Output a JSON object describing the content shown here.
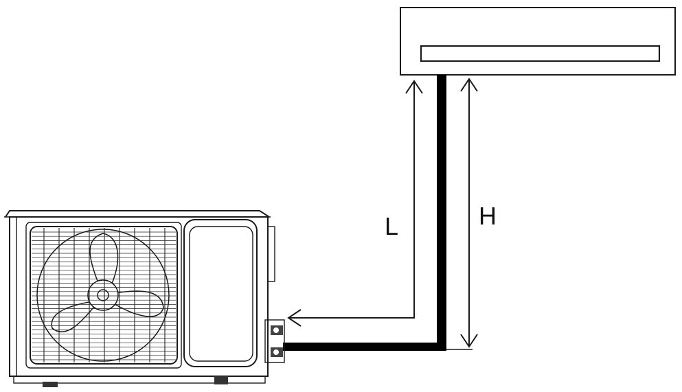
{
  "labels": {
    "pipe_length": "L",
    "height_difference": "H"
  },
  "colors": {
    "line": "#1a1a1a",
    "pipe": "#000000",
    "background": "#ffffff"
  },
  "icons": {
    "indoor_unit": "wall-mounted-indoor-unit",
    "outdoor_unit": "outdoor-condenser-unit",
    "fan": "fan-blade-icon"
  }
}
